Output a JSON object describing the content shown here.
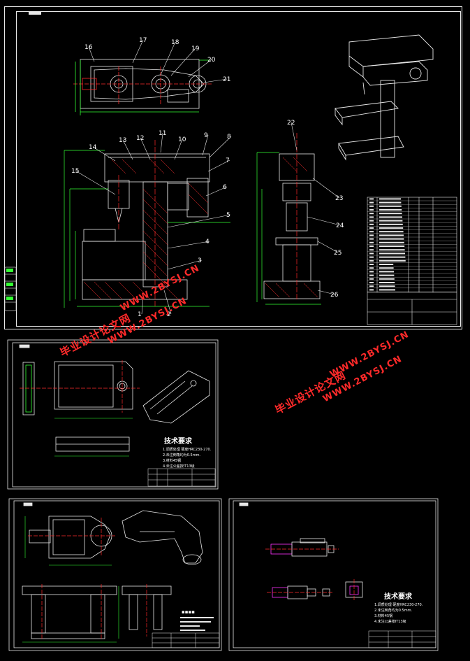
{
  "sheets": {
    "main": {
      "callouts": [
        "1",
        "2",
        "3",
        "4",
        "5",
        "6",
        "7",
        "8",
        "9",
        "10",
        "11",
        "12",
        "13",
        "14",
        "15",
        "16",
        "17",
        "18",
        "19",
        "20",
        "21",
        "22",
        "23",
        "24",
        "25",
        "26"
      ]
    },
    "sheet2": {
      "requirements_title": "技术要求",
      "requirements": [
        "1.调质处理   硬度HRC230-270.",
        "2.未注倒角均为0.5mm.",
        "3.材料45钢",
        "4.未注公差按IT13级"
      ]
    },
    "sheet4": {
      "requirements_title": "技术要求",
      "requirements": [
        "1.调质处理   硬度HRC230-270.",
        "2.未注倒角均为0.5mm.",
        "3.材料45钢",
        "4.未注公差按IT13级"
      ]
    }
  },
  "watermarks": {
    "site_cn": "毕业设计论文网",
    "site_url": "WWW.2BYSJ.CN"
  },
  "colors": {
    "background": "#000000",
    "line": "#e8e8e8",
    "dimension": "#33ff33",
    "centerline": "#ff2a2a",
    "magenta": "#ff33ff",
    "watermark": "#ff2a2a",
    "hatch": "#ff3030"
  }
}
